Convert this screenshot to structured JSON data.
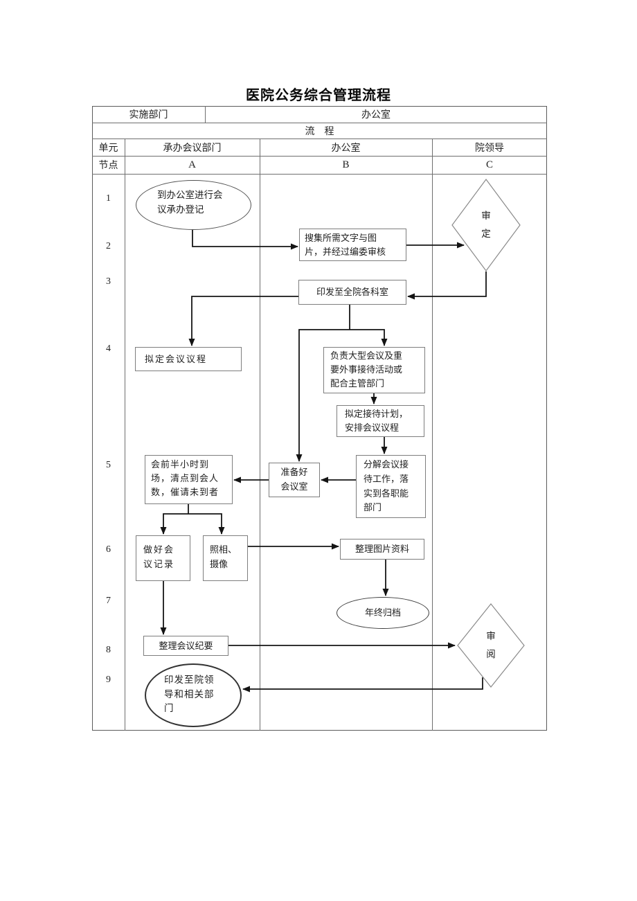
{
  "title": "医院公务综合管理流程",
  "table": {
    "impl_dept_label": "实施部门",
    "impl_dept_value": "办公室",
    "process_label": "流    程",
    "unit_row_label": "单元",
    "node_row_label": "节点",
    "columns": [
      {
        "unit": "承办会议部门",
        "node": "A"
      },
      {
        "unit": "办公室",
        "node": "B"
      },
      {
        "unit": "院领导",
        "node": "C"
      }
    ],
    "row_numbers": [
      "1",
      "2",
      "3",
      "4",
      "5",
      "6",
      "7",
      "8",
      "9"
    ]
  },
  "flowchart": {
    "register_ellipse": "到办公室进行会\n议承办登记",
    "collect_review_box": "搜集所需文字与图\n片，并经过编委审核",
    "approve_diamond": "审\n定",
    "distribute_departments_box": "印发至全院各科室",
    "draft_agenda_box": "拟定会议议程",
    "large_meeting_box": "负责大型会议及重\n要外事接待活动或\n配合主管部门",
    "reception_plan_box": "拟定接待计划，\n安排会议议程",
    "assign_tasks_box": "分解会议接\n待工作，落\n实到各职能\n部门",
    "prepare_room_box": "准备好\n会议室",
    "checkin_box": "会前半小时到\n场，清点到会人\n数，催请未到者",
    "minutes_record_box": "做好会\n议记录",
    "photo_video_box": "照相、\n摄像",
    "organize_photos_box": "整理图片资料",
    "year_end_archive_ellipse": "年终归档",
    "compile_minutes_box": "整理会议纪要",
    "review_diamond": "审\n阅",
    "distribute_leaders_ellipse": "印发至院领\n导和相关部\n门"
  },
  "colors": {
    "ink": "#141414",
    "table_border": "#6e6e6e",
    "node_border": "#7d7d7d",
    "background": "#ffffff"
  }
}
